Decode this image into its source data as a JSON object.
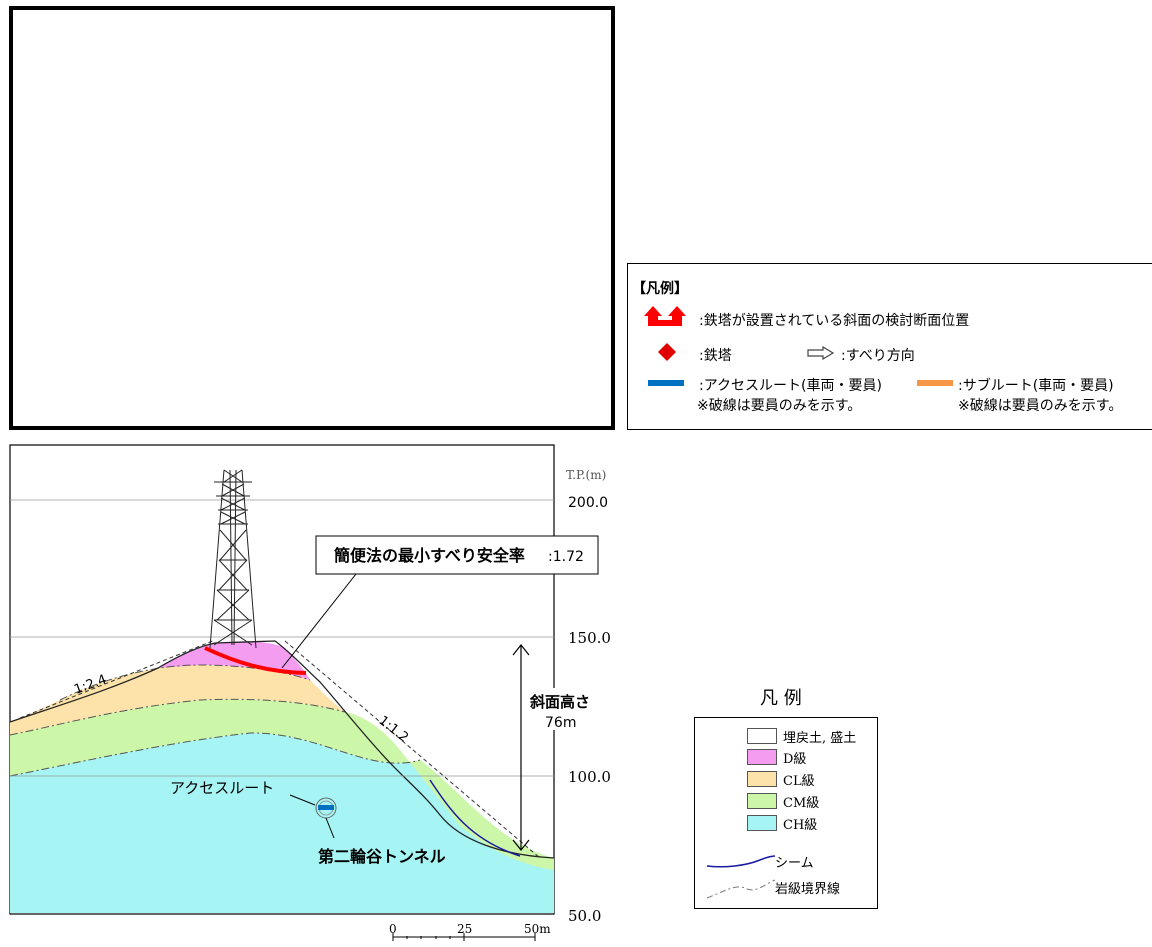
{
  "top_legend": {
    "title": "【凡例】",
    "section_position": ":鉄塔が設置されている斜面の検討断面位置",
    "tower": ":鉄塔",
    "slide_direction": ":すべり方向",
    "access_route": ":アクセスルート(車両・要員)",
    "access_note": "※破線は要員のみを示す。",
    "sub_route": ":サブルート(車両・要員)",
    "sub_note": "※破線は要員のみを示す。",
    "colors": {
      "arrow_red": "#ff0000",
      "access_blue": "#0070c0",
      "sub_orange": "#f79646"
    }
  },
  "section": {
    "elevation_unit": "T.P.(m)",
    "elevations": [
      "200.0",
      "150.0",
      "100.0",
      "50.0"
    ],
    "safety_label": "簡便法の最小すべり安全率",
    "safety_value": ":1.72",
    "slope_left": "1:2.4",
    "slope_right": "1:1.2",
    "height_label": "斜面高さ",
    "height_value": "76m",
    "access_label": "アクセスルート",
    "tunnel_label": "第二輪谷トンネル",
    "scale_labels": [
      "0",
      "25",
      "50m"
    ]
  },
  "soil_legend": {
    "title": "凡 例",
    "items": [
      {
        "label": "埋戻土, 盛土",
        "color": "#ffffff"
      },
      {
        "label": "D級",
        "color": "#f49cf0"
      },
      {
        "label": "CL級",
        "color": "#fde3a9"
      },
      {
        "label": "CM級",
        "color": "#ccf7a9"
      },
      {
        "label": "CH級",
        "color": "#a6f4f4"
      }
    ],
    "seam": "シーム",
    "boundary": "岩級境界線"
  }
}
